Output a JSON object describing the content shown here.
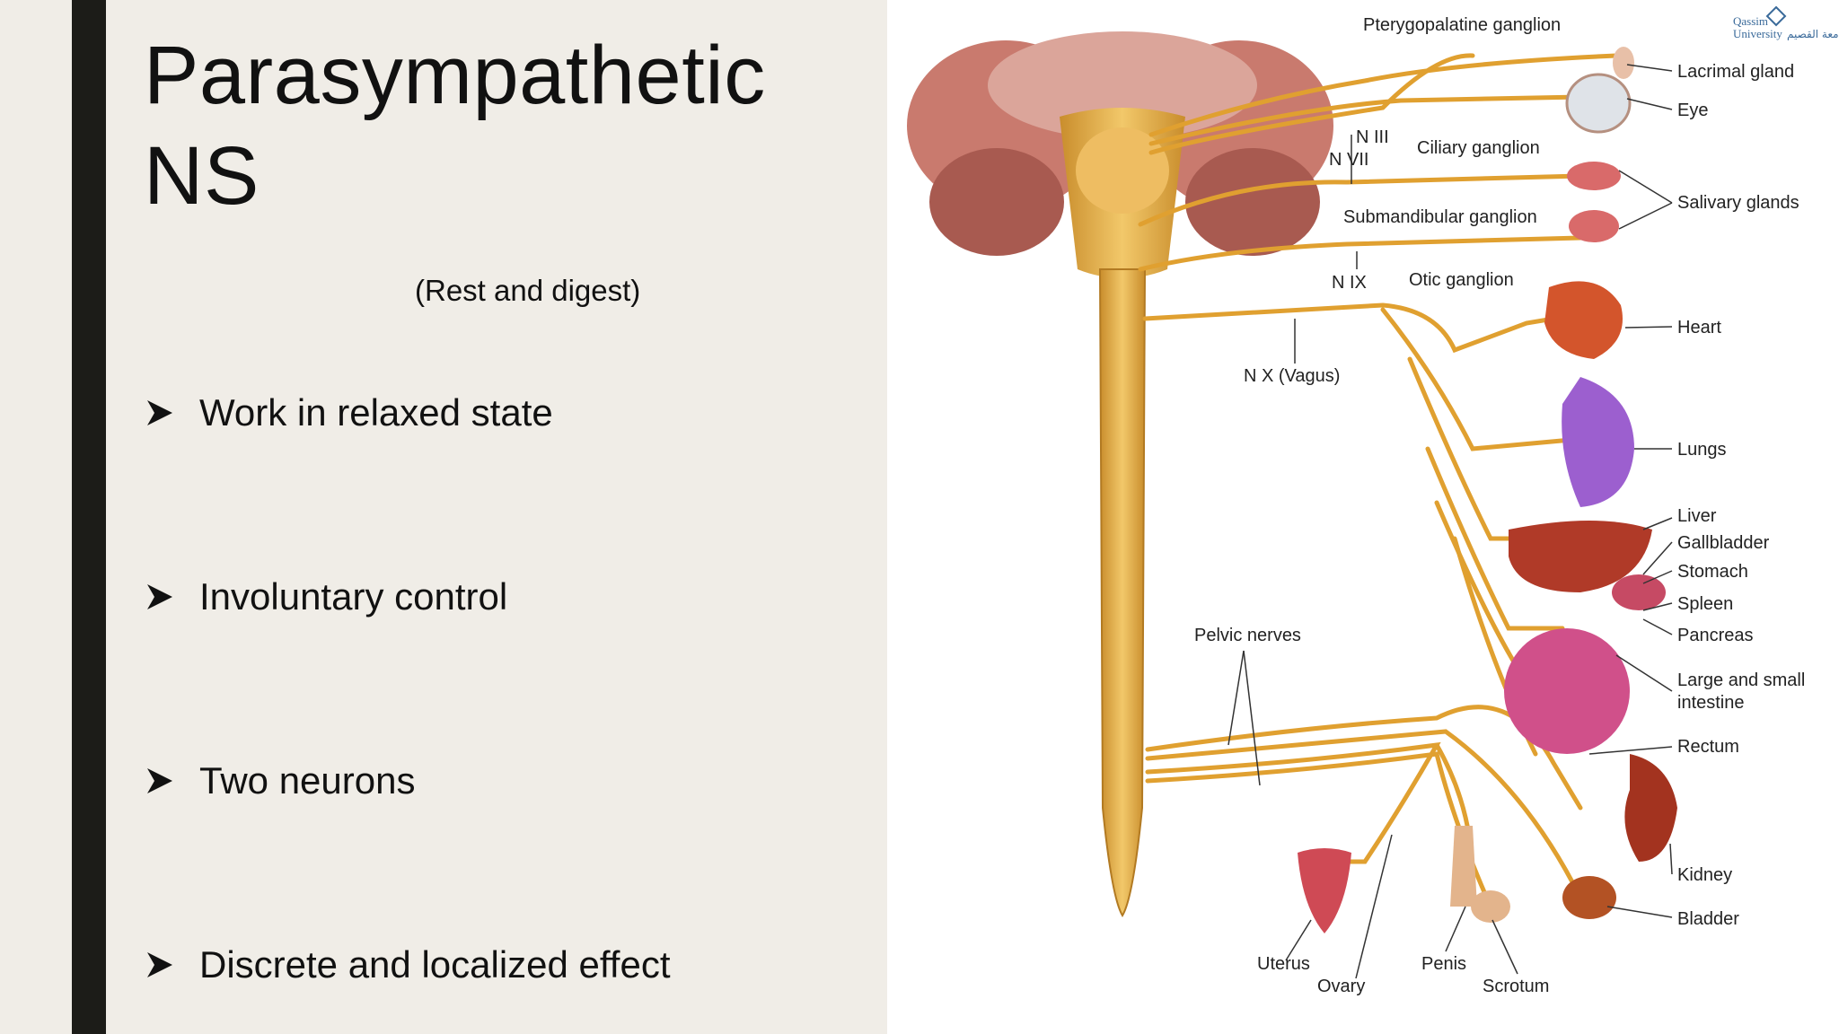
{
  "slide": {
    "title_line1": "Parasympathetic",
    "title_line2": "NS",
    "subtitle": "(Rest and digest)",
    "bullets": [
      "Work in relaxed state",
      "Involuntary control",
      "Two neurons",
      "Discrete and localized effect"
    ]
  },
  "logo": {
    "line1": "Qassim",
    "line2": "University",
    "arabic": "جامعة القصيم"
  },
  "diagram": {
    "labels": {
      "pterygopalatine": "Pterygopalatine ganglion",
      "lacrimal": "Lacrimal gland",
      "eye": "Eye",
      "n3": "N III",
      "n7": "N VII",
      "ciliary": "Ciliary ganglion",
      "salivary": "Salivary glands",
      "submandibular": "Submandibular ganglion",
      "n9": "N IX",
      "otic": "Otic ganglion",
      "heart": "Heart",
      "vagus": "N X (Vagus)",
      "lungs": "Lungs",
      "liver": "Liver",
      "gallbladder": "Gallbladder",
      "stomach": "Stomach",
      "spleen": "Spleen",
      "pancreas": "Pancreas",
      "pelvic": "Pelvic nerves",
      "intestine1": "Large and small",
      "intestine2": "intestine",
      "rectum": "Rectum",
      "kidney": "Kidney",
      "bladder": "Bladder",
      "uterus": "Uterus",
      "ovary": "Ovary",
      "penis": "Penis",
      "scrotum": "Scrotum"
    }
  },
  "colors": {
    "accent_bar": "#1c1c18",
    "nerve": "#e0a030",
    "background": "#f0ede7"
  }
}
